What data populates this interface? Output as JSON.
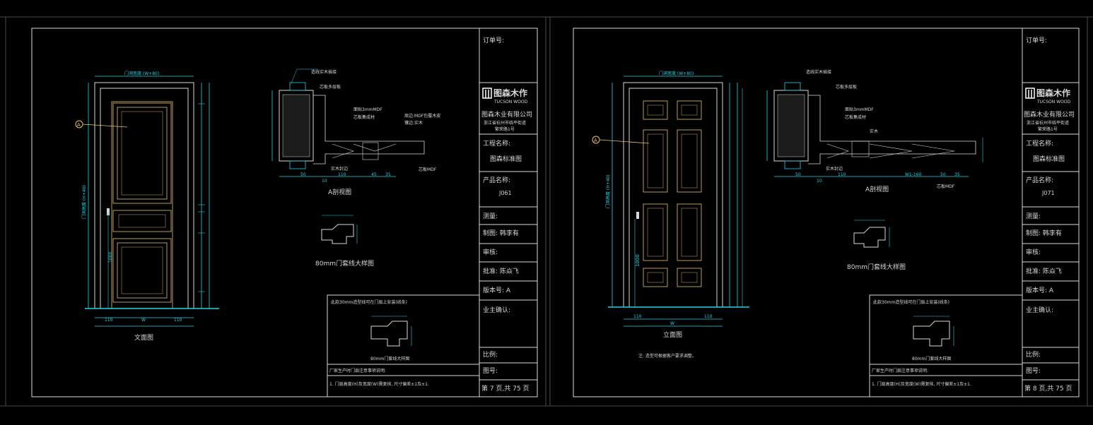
{
  "sheets": [
    {
      "title_block": {
        "order_no_label": "订单号:",
        "logo_cn": "图森木作",
        "logo_en": "TUCSON WOOD",
        "company": "图森木业有限公司",
        "address_line1": "浙江省杭州市临平街道",
        "address_line2": "繁荣路1号",
        "project_label": "工程名称:",
        "project_value": "图森标准图",
        "product_label": "产品名称:",
        "product_value": "J061",
        "survey_label": "测量:",
        "drafter_label": "制图: 韩李有",
        "review_label": "审核:",
        "approve_label": "批准: 陈焱飞",
        "version_label": "版本号: A",
        "owner_label": "业主确认:",
        "scale_label": "比例:",
        "drawing_no_label": "图号:",
        "page_label": "第 7 页,共 75 页"
      },
      "elevation_caption": "文面图",
      "section_caption": "A剖视图",
      "molding_caption": "80mm门套线大样图",
      "note_title": "此款30mm造型线可在门扇上安装(线条)",
      "note_heading": "厂家生产时门扇注意事项说明:",
      "note_line1": "1. 门扇高度(H)及宽度(W)需复核, 尺寸偏差±1及±1.",
      "inset_caption": "80mm门套线大样图",
      "dim_width": "门洞宽度 (W+80)",
      "dim_height": "门洞高度 (H+40)",
      "handle_height": "1000",
      "bottom_dims": [
        "110",
        "W",
        "110"
      ],
      "section_labels": [
        "造线实木插接",
        "芯板多层板",
        "面贴3mmMDF",
        "芯板集成材",
        "周边:MDF包覆木皮",
        "镶边:实木",
        "实木封边",
        "芯板MDF"
      ],
      "section_dims": [
        "50",
        "10",
        "110",
        "45",
        "35"
      ]
    },
    {
      "title_block": {
        "order_no_label": "订单号:",
        "logo_cn": "图森木作",
        "logo_en": "TUCSON WOOD",
        "company": "图森木业有限公司",
        "address_line1": "浙江省杭州市临平街道",
        "address_line2": "繁荣路1号",
        "project_label": "工程名称:",
        "project_value": "图森标准图",
        "product_label": "产品名称:",
        "product_value": "J071",
        "survey_label": "测量:",
        "drafter_label": "制图: 韩李有",
        "review_label": "审核:",
        "approve_label": "批准: 陈焱飞",
        "version_label": "版本号: A",
        "owner_label": "业主确认:",
        "scale_label": "比例:",
        "drawing_no_label": "图号:",
        "page_label": "第 8 页,共 75 页"
      },
      "elevation_caption": "立面图",
      "section_caption": "A剖视图",
      "molding_caption": "80mm门套线大样图",
      "note_title": "此款30mm造型线可在门扇上安装(线条)",
      "note_heading": "厂家生产时门扇注意事项说明:",
      "note_line1": "1. 门扇高度(H)及宽度(W)需复核, 尺寸偏差±1及±1.",
      "elevation_note": "注: 造型可根据客户要求调整。",
      "inset_caption": "80mm门套线大样图",
      "dim_width": "门洞宽度 (W+80)",
      "dim_height": "门洞高度 (H+40)",
      "handle_height": "1000",
      "bottom_dims": [
        "110",
        "W",
        "110"
      ],
      "section_labels": [
        "造线实木插接",
        "芯板多层板",
        "面贴3mmMDF",
        "芯板集成材",
        "实木",
        "实木封边",
        "芯板MDF"
      ],
      "section_dims": [
        "50",
        "10",
        "110",
        "W1-160",
        "50",
        "35"
      ]
    }
  ],
  "colors": {
    "frame": "#d8d8d8",
    "dimension": "#22d3e6",
    "door": "#e8c46a",
    "panel": "#ffffff",
    "leader": "#e8c46a"
  }
}
